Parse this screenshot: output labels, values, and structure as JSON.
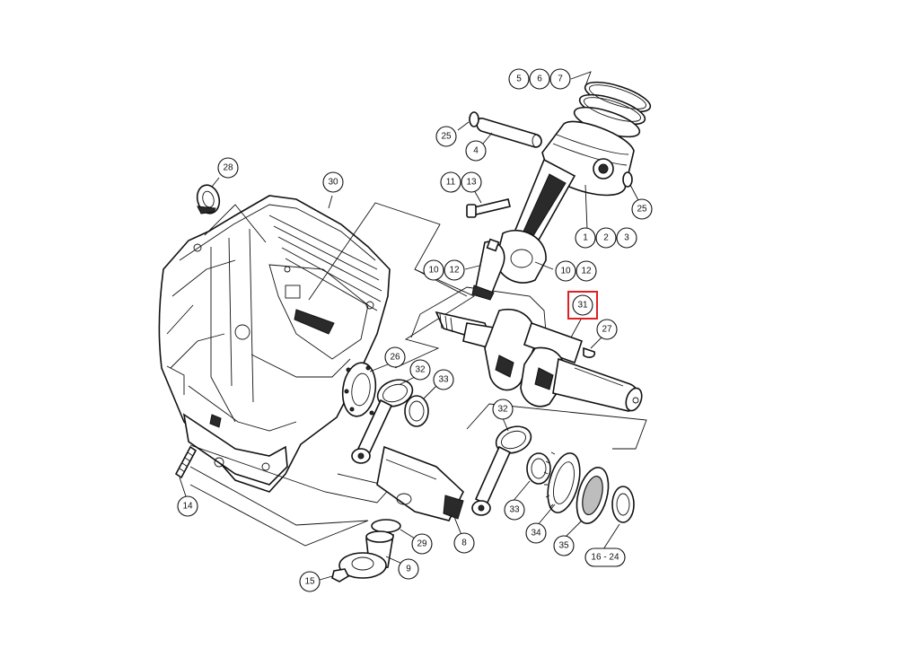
{
  "callouts": [
    {
      "id": "c5",
      "label": "5"
    },
    {
      "id": "c6",
      "label": "6"
    },
    {
      "id": "c7",
      "label": "7"
    },
    {
      "id": "c25a",
      "label": "25"
    },
    {
      "id": "c4",
      "label": "4"
    },
    {
      "id": "c25b",
      "label": "25"
    },
    {
      "id": "c11",
      "label": "11"
    },
    {
      "id": "c13",
      "label": "13"
    },
    {
      "id": "c1",
      "label": "1"
    },
    {
      "id": "c2",
      "label": "2"
    },
    {
      "id": "c3",
      "label": "3"
    },
    {
      "id": "c28",
      "label": "28"
    },
    {
      "id": "c30",
      "label": "30"
    },
    {
      "id": "c10a",
      "label": "10"
    },
    {
      "id": "c12a",
      "label": "12"
    },
    {
      "id": "c10b",
      "label": "10"
    },
    {
      "id": "c12b",
      "label": "12"
    },
    {
      "id": "c31",
      "label": "31"
    },
    {
      "id": "c27",
      "label": "27"
    },
    {
      "id": "c26",
      "label": "26"
    },
    {
      "id": "c32a",
      "label": "32"
    },
    {
      "id": "c33a",
      "label": "33"
    },
    {
      "id": "c32b",
      "label": "32"
    },
    {
      "id": "c33b",
      "label": "33"
    },
    {
      "id": "c34",
      "label": "34"
    },
    {
      "id": "c35",
      "label": "35"
    },
    {
      "id": "c16",
      "label": "16 - 24"
    },
    {
      "id": "c14",
      "label": "14"
    },
    {
      "id": "c8",
      "label": "8"
    },
    {
      "id": "c29",
      "label": "29"
    },
    {
      "id": "c9",
      "label": "9"
    },
    {
      "id": "c15",
      "label": "15"
    }
  ],
  "highlight": {
    "target": "31",
    "color": "#e02020"
  }
}
